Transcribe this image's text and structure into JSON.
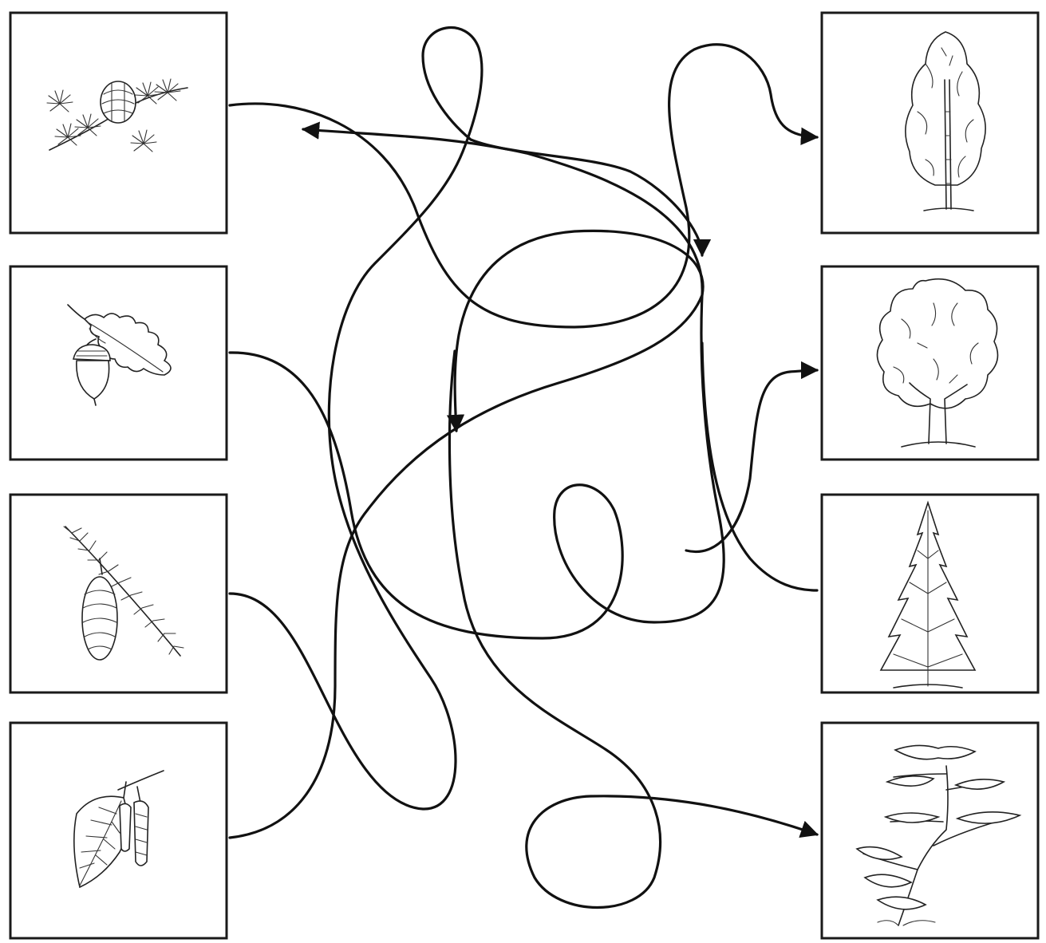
{
  "title": "",
  "left_items": [
    {
      "id": "larch-branch",
      "icon": "larch-branch-icon"
    },
    {
      "id": "oak-leaf-acorn",
      "icon": "oak-leaf-acorn-icon"
    },
    {
      "id": "spruce-branch-cone",
      "icon": "spruce-branch-cone-icon"
    },
    {
      "id": "birch-leaf-catkin",
      "icon": "birch-leaf-catkin-icon"
    }
  ],
  "right_items": [
    {
      "id": "birch-tree",
      "icon": "birch-tree-icon"
    },
    {
      "id": "oak-tree",
      "icon": "oak-tree-icon"
    },
    {
      "id": "spruce-tree",
      "icon": "spruce-tree-icon"
    },
    {
      "id": "larch-tree",
      "icon": "larch-tree-icon"
    }
  ],
  "paths": [
    {
      "from": "larch-branch",
      "to": "birch-tree"
    },
    {
      "from": "oak-leaf-acorn",
      "to": "spruce-tree"
    },
    {
      "from": "spruce-branch-cone",
      "to": "larch-tree"
    },
    {
      "from": "birch-leaf-catkin",
      "to": "oak-tree"
    }
  ],
  "colors": {
    "line": "#111111",
    "background": "#ffffff"
  }
}
